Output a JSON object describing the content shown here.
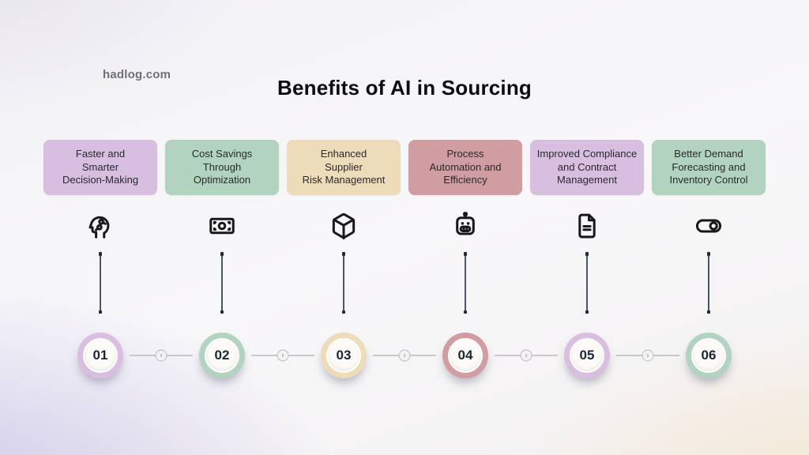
{
  "page": {
    "brand": "hadlog.com",
    "title": "Benefits of AI in Sourcing"
  },
  "colors": {
    "background_base": "#f5f4f7",
    "background_corner_bottom_left": "#dcd8ed",
    "background_corner_bottom_right": "#f7f1e4",
    "box_text": "#29292c",
    "icon_stroke": "#17181b",
    "vertical_line": "#4a5566",
    "vertical_dot": "#212b38",
    "connector_gray": "#c8c7cc",
    "number_text": "#1c2633",
    "circle_inner": "#fbfaf7"
  },
  "timeline": {
    "arrow_glyph": "›"
  },
  "steps": [
    {
      "number": "01",
      "color": "#d8bedf",
      "icon": "ai-head-icon",
      "label_lines": [
        "Faster and",
        "Smarter",
        "Decision-Making"
      ]
    },
    {
      "number": "02",
      "color": "#b2d3bf",
      "icon": "banknote-icon",
      "label_lines": [
        "Cost Savings",
        "Through",
        "Optimization"
      ]
    },
    {
      "number": "03",
      "color": "#ecdcba",
      "icon": "cube-icon",
      "label_lines": [
        "Enhanced",
        "Supplier",
        "Risk Management"
      ]
    },
    {
      "number": "04",
      "color": "#cf9da2",
      "icon": "robot-icon",
      "label_lines": [
        "Process",
        "Automation and",
        "Efficiency"
      ]
    },
    {
      "number": "05",
      "color": "#d8bedf",
      "icon": "document-icon",
      "label_lines": [
        "Improved Compliance",
        "and Contract",
        "Management"
      ]
    },
    {
      "number": "06",
      "color": "#b2d3bf",
      "icon": "toggle-icon",
      "label_lines": [
        "Better Demand",
        "Forecasting and",
        "Inventory Control"
      ]
    }
  ]
}
